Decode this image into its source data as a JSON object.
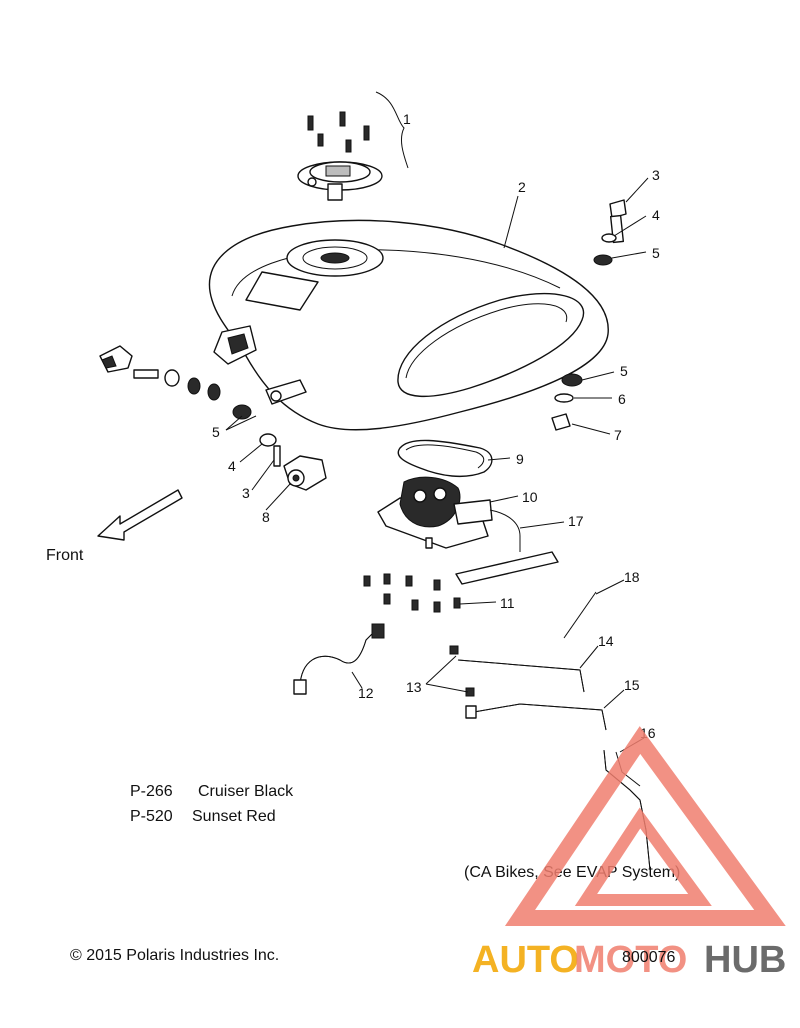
{
  "diagram": {
    "callouts": [
      {
        "id": "1",
        "label": "1"
      },
      {
        "id": "2",
        "label": "2"
      },
      {
        "id": "3a",
        "label": "3"
      },
      {
        "id": "4a",
        "label": "4"
      },
      {
        "id": "5a",
        "label": "5"
      },
      {
        "id": "5b",
        "label": "5"
      },
      {
        "id": "6",
        "label": "6"
      },
      {
        "id": "7",
        "label": "7"
      },
      {
        "id": "5c",
        "label": "5"
      },
      {
        "id": "4b",
        "label": "4"
      },
      {
        "id": "3b",
        "label": "3"
      },
      {
        "id": "8",
        "label": "8"
      },
      {
        "id": "9",
        "label": "9"
      },
      {
        "id": "10",
        "label": "10"
      },
      {
        "id": "17",
        "label": "17"
      },
      {
        "id": "18",
        "label": "18"
      },
      {
        "id": "11",
        "label": "11"
      },
      {
        "id": "14",
        "label": "14"
      },
      {
        "id": "15",
        "label": "15"
      },
      {
        "id": "13",
        "label": "13"
      },
      {
        "id": "12",
        "label": "12"
      },
      {
        "id": "16",
        "label": "16"
      }
    ],
    "front_label": "Front",
    "colors": [
      {
        "code": "P-266",
        "name": "Cruiser Black"
      },
      {
        "code": "P-520",
        "name": "Sunset Red"
      }
    ],
    "ca_note": "(CA Bikes, See EVAP System)",
    "copyright": "© 2015 Polaris Industries Inc.",
    "figure_number": "800076"
  },
  "watermark": {
    "part1": "AUTO",
    "part2": "MOTO",
    "part3": "HUB",
    "color_main": "#f07e6e",
    "color_accent": "#f4b223",
    "color_dark": "#6b6b6b"
  }
}
